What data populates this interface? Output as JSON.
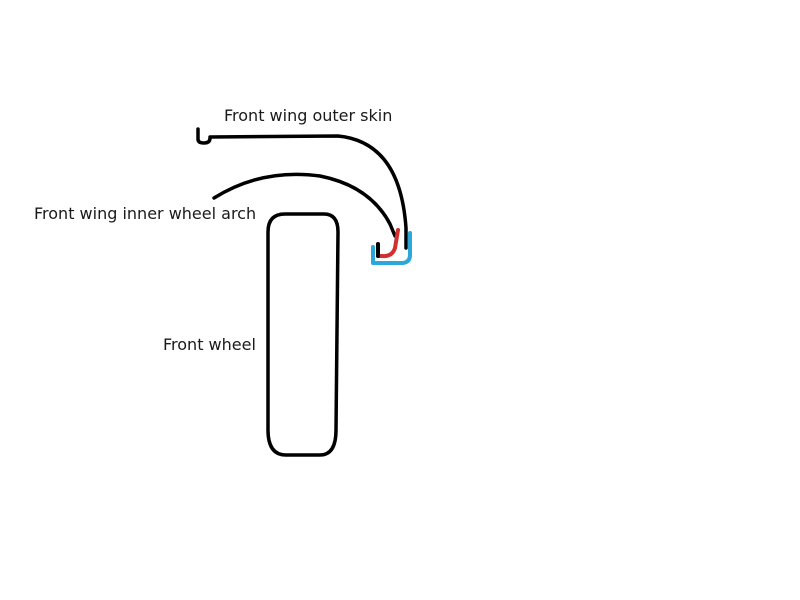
{
  "labels": {
    "outer_skin": "Front wing outer skin",
    "inner_arch": "Front wing inner wheel arch",
    "wheel": "Front wheel"
  },
  "colors": {
    "background": "#ffffff",
    "outline": "#000000",
    "inner_lip": "#d03030",
    "outer_lip": "#2aa8d8"
  }
}
